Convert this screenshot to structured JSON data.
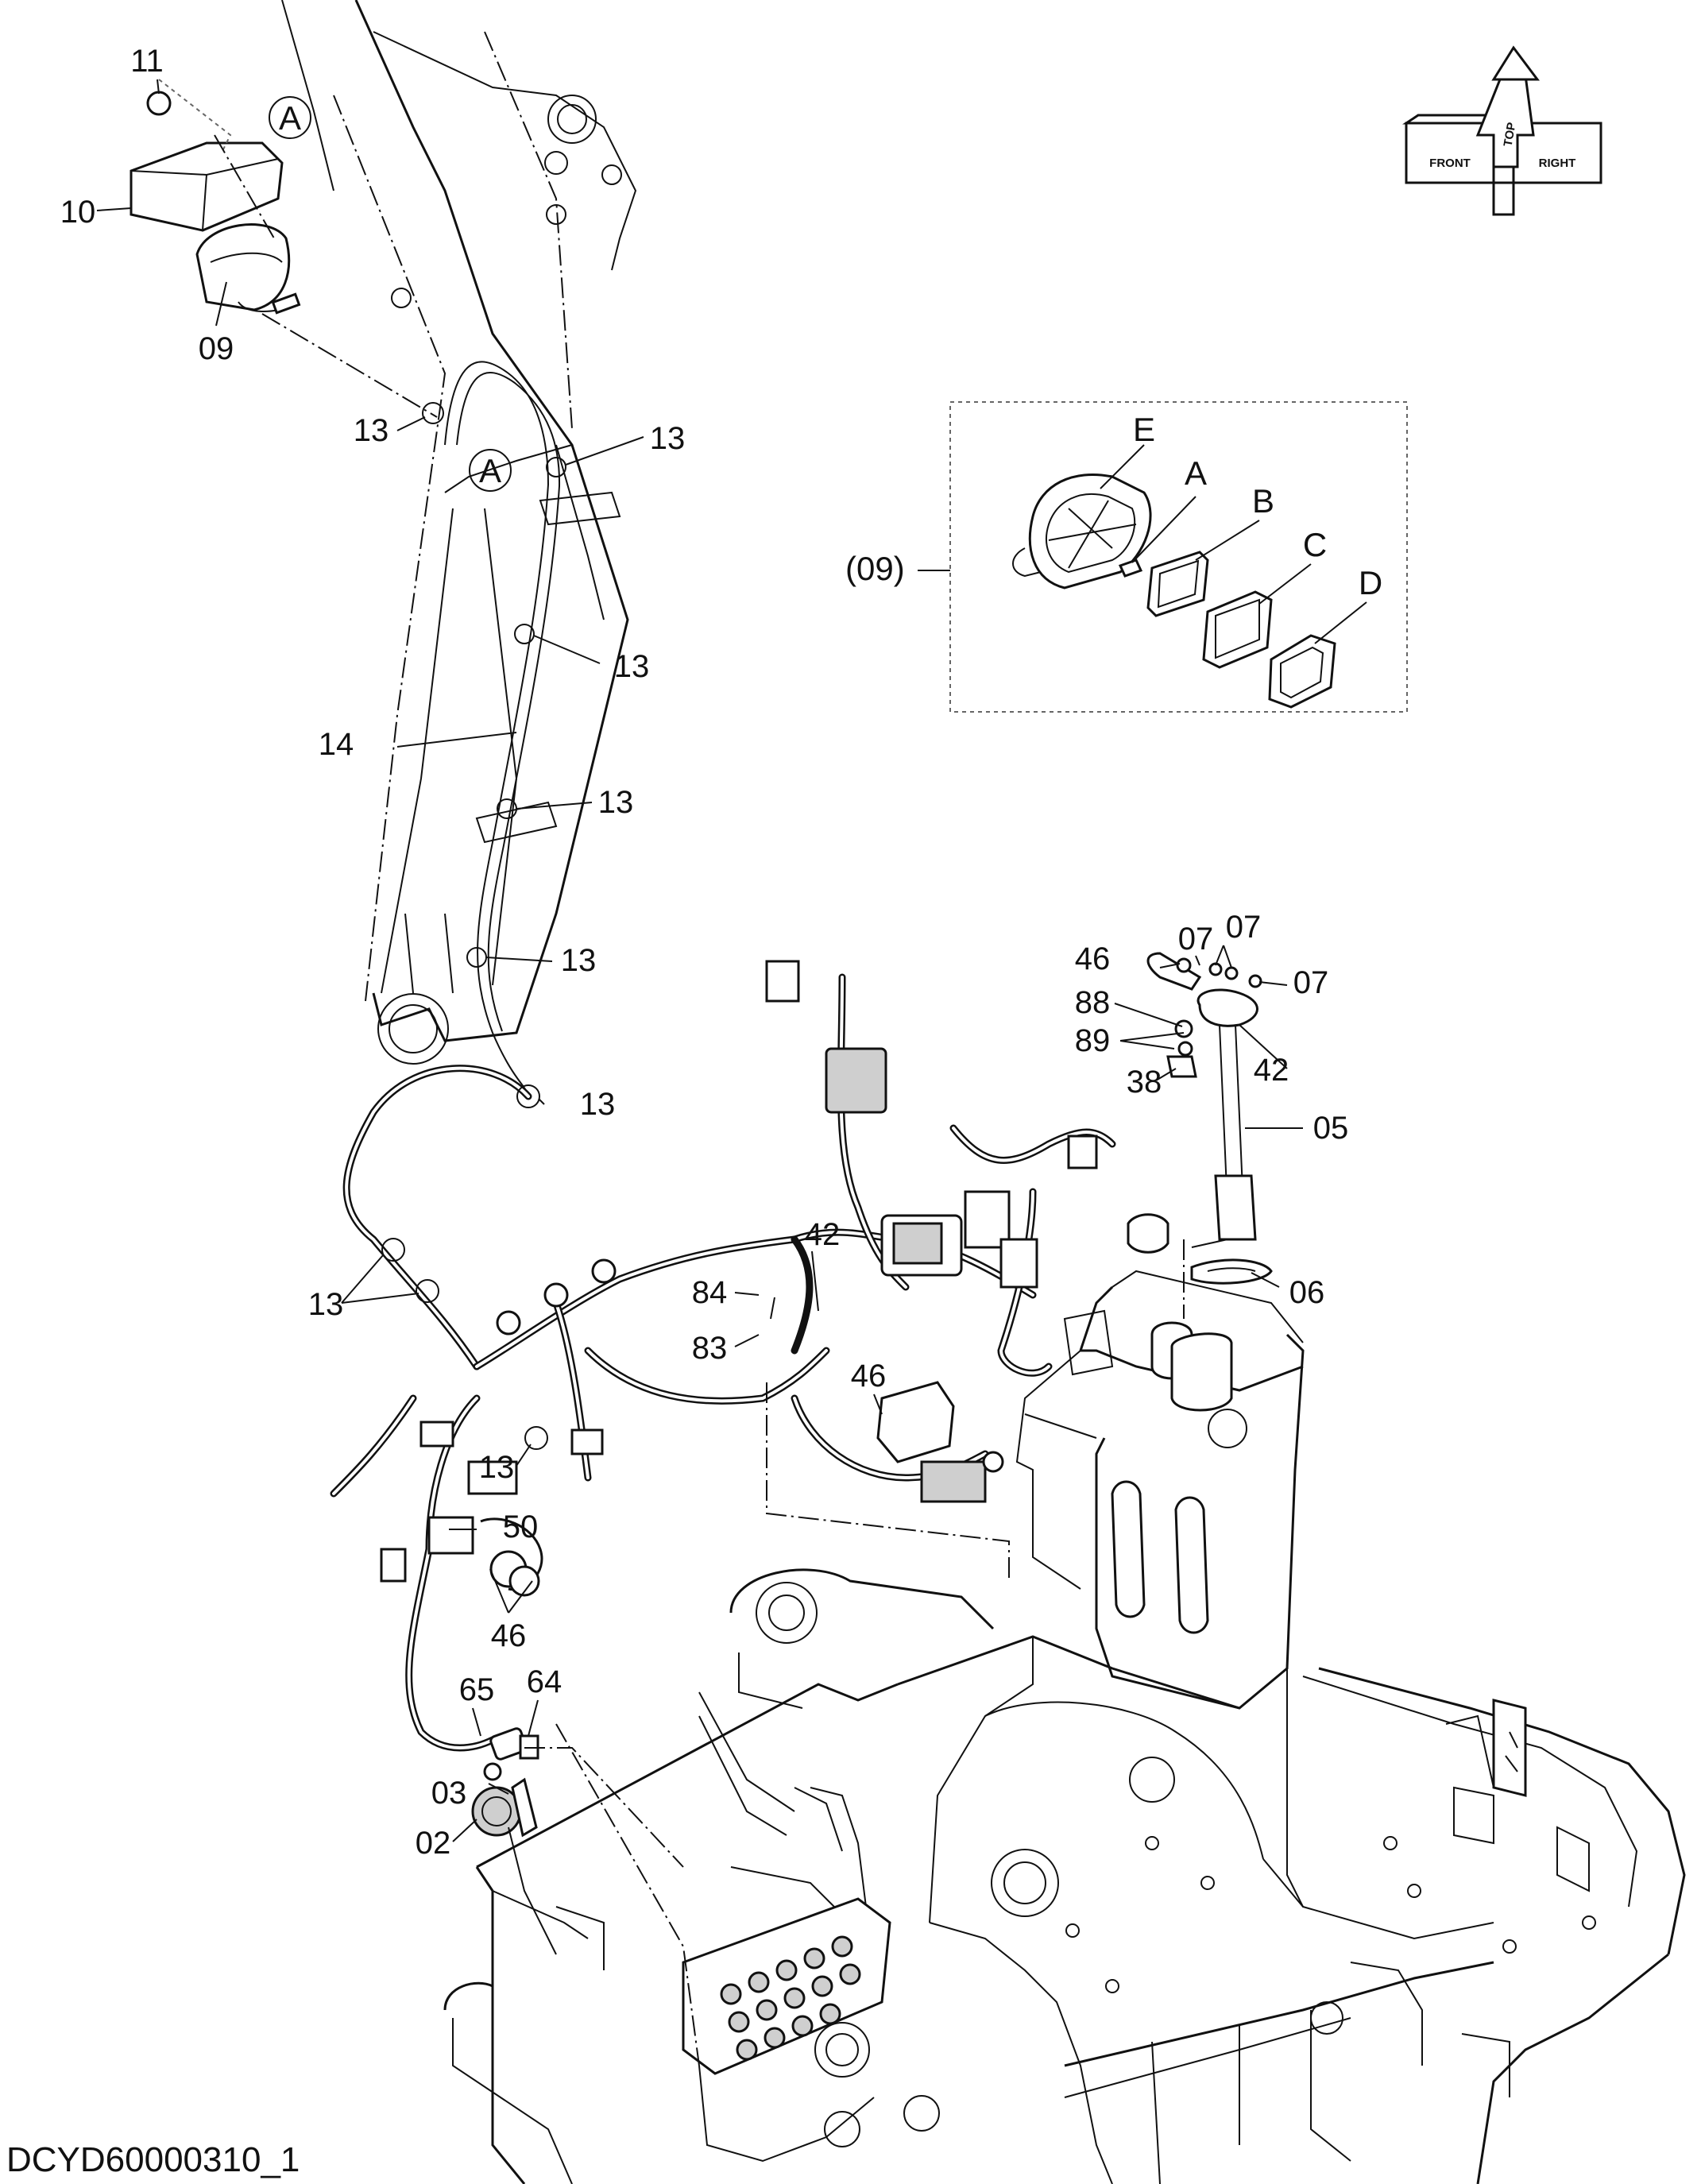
{
  "diagram": {
    "drawing_code": "DCYD60000310_1",
    "orientation_badge": {
      "front": "FRONT",
      "top": "TOP",
      "right": "RIGHT"
    },
    "detail_box_label": "(09)",
    "detail_letters": {
      "E": "E",
      "A": "A",
      "B": "B",
      "C": "C",
      "D": "D"
    },
    "view_markers": {
      "A1": "A",
      "A2": "A"
    },
    "callouts": {
      "c11": "11",
      "c10": "10",
      "c09": "09",
      "c13_a": "13",
      "c13_b": "13",
      "c13_c": "13",
      "c13_d": "13",
      "c13_e": "13",
      "c13_f": "13",
      "c13_g": "13",
      "c13_h": "13",
      "c14": "14",
      "c42_a": "42",
      "c42_b": "42",
      "c84": "84",
      "c83": "83",
      "c46_a": "46",
      "c46_b": "46",
      "c46_c": "46",
      "c50": "50",
      "c65": "65",
      "c64": "64",
      "c03": "03",
      "c02": "02",
      "c07_a": "07",
      "c07_b": "07",
      "c07_c": "07",
      "c88": "88",
      "c89": "89",
      "c38": "38",
      "c05": "05",
      "c06": "06"
    }
  }
}
